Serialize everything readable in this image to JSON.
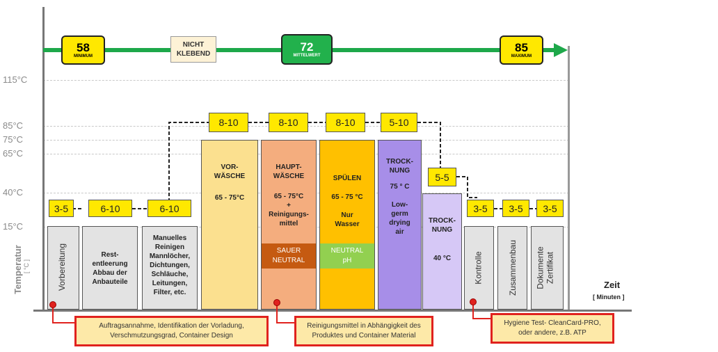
{
  "y_axis": {
    "ticks": [
      "115°C",
      "85°C",
      "75°C",
      "65°C",
      "40°C",
      "15°C"
    ],
    "label": "Temperatur",
    "unit": "[ °C ]"
  },
  "x_axis": {
    "label": "Zeit",
    "unit": "[ Minuten ]"
  },
  "top_scale": {
    "min": {
      "value": "58",
      "caption": "MINIMUM"
    },
    "nicht_klebend": "NICHT\nKLEBEND",
    "mean": {
      "value": "72",
      "caption": "MITTELWERT"
    },
    "max": {
      "value": "85",
      "caption": "MAXIMUM"
    }
  },
  "steps": [
    {
      "time": "3-5",
      "label": "Vorbereitung"
    },
    {
      "time": "6-10",
      "label": "Rest-\nentleerung\nAbbau der\nAnbauteile"
    },
    {
      "time": "6-10",
      "label": "Manuelles\nReinigen\nMannlöcher,\nDichtungen,\nSchläuche,\nLeitungen,\nFilter, etc."
    },
    {
      "time": "8-10",
      "label": "VOR-\nWÄSCHE",
      "temp": "65 - 75°C"
    },
    {
      "time": "8-10",
      "label": "HAUPT-\nWÄSCHE",
      "temp": "65 - 75°C\n+\nReinigungs-\nmittel",
      "band": "SAUER\nNEUTRAL"
    },
    {
      "time": "8-10",
      "label": "SPÜLEN",
      "temp": "65 - 75 °C\n\nNur\nWasser",
      "band": "NEUTRAL\npH"
    },
    {
      "time": "5-10",
      "label": "TROCK-\nNUNG",
      "temp": "75 ° C\n\nLow-\ngerm\ndrying\nair"
    },
    {
      "time": "5-5",
      "label": "TROCK-\nNUNG",
      "temp": "40 °C"
    },
    {
      "time": "3-5",
      "label": "Kontrolle"
    },
    {
      "time": "3-5",
      "label": "Zusammenbau"
    },
    {
      "time": "3-5",
      "label": "Dokumente\nZertifikat"
    }
  ],
  "notes": [
    "Auftragsannahme, Identifikation der Vorladung,\nVerschmutzungsgrad, Container Design",
    "Reinigungsmittel in Abhängigkeit des\nProduktes und Container Material",
    "Hygiene Test- CleanCard-PRO,\noder andere, z.B. ATP"
  ],
  "colors": {
    "arrow": "#1ea84a",
    "yellow": "#ffe800",
    "gray_box": "#e3e3e3",
    "vorwaesche": "#fbe08f",
    "hauptwaesche": "#f4ad7e",
    "sauer_band": "#c55a11",
    "spuelen": "#ffc000",
    "neutral_band": "#92d050",
    "trocknung1": "#a78ee8",
    "trocknung2": "#d6c8f6",
    "note_border": "#e0221e",
    "note_fill": "#fde9a8"
  }
}
